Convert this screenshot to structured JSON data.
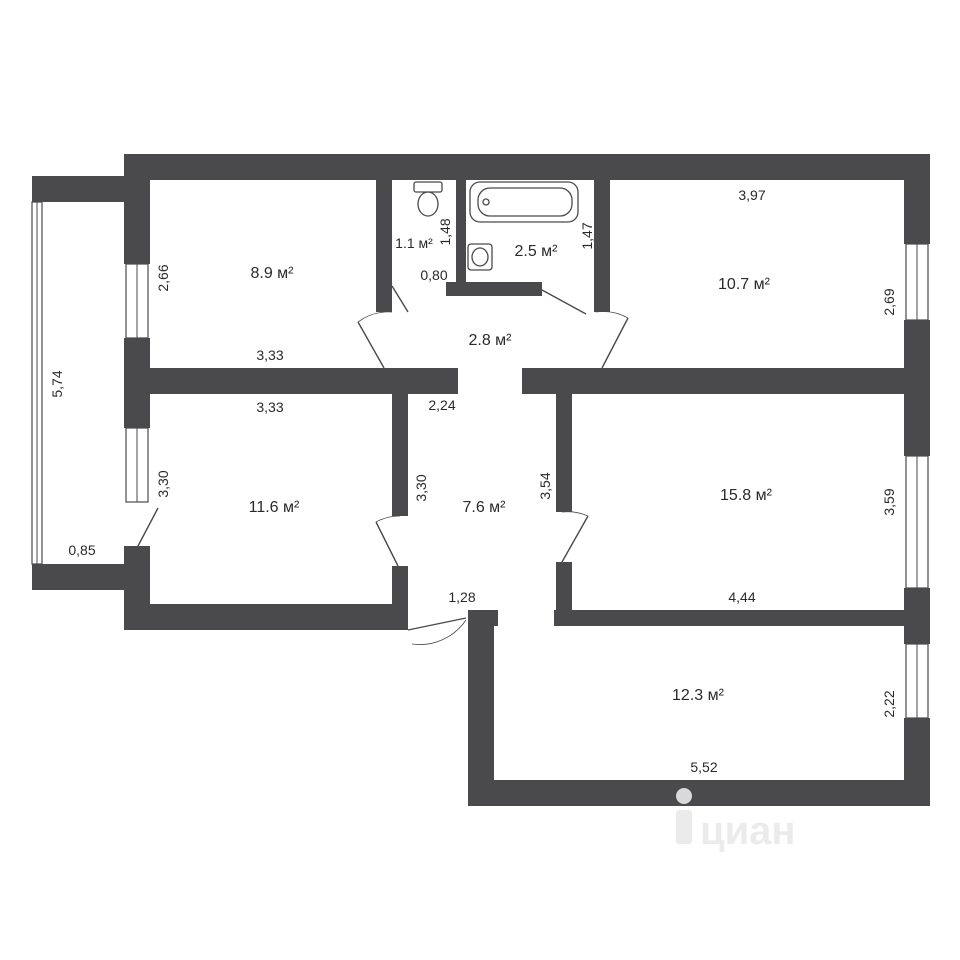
{
  "rooms": [
    {
      "id": "room-top-left",
      "area": "8.9 м²"
    },
    {
      "id": "toilet",
      "area": "1.1 м²"
    },
    {
      "id": "bathroom",
      "area": "2.5 м²"
    },
    {
      "id": "hall-top",
      "area": "2.8 м²"
    },
    {
      "id": "room-top-right",
      "area": "10.7 м²"
    },
    {
      "id": "room-mid-left",
      "area": "11.6 м²"
    },
    {
      "id": "hall-corridor",
      "area": "7.6 м²"
    },
    {
      "id": "room-mid-right",
      "area": "15.8 м²"
    },
    {
      "id": "room-bottom",
      "area": "12.3 м²"
    }
  ],
  "dimensions": {
    "top_left_height": "2,66",
    "top_left_width": "3,33",
    "mid_left_width": "3,33",
    "mid_left_height": "3,30",
    "balcony_length": "5,74",
    "balcony_depth": "0,85",
    "toilet_height": "1,48",
    "toilet_width": "0,80",
    "bath_height": "1,47",
    "top_right_width": "3,97",
    "top_right_height": "2,69",
    "corridor_width": "2,24",
    "corridor_height": "3,30",
    "mid_right_left_height": "3,54",
    "mid_right_height": "3,59",
    "mid_right_width": "4,44",
    "entrance_width": "1,28",
    "bottom_height": "2,22",
    "bottom_width": "5,52"
  },
  "watermark": "циан"
}
